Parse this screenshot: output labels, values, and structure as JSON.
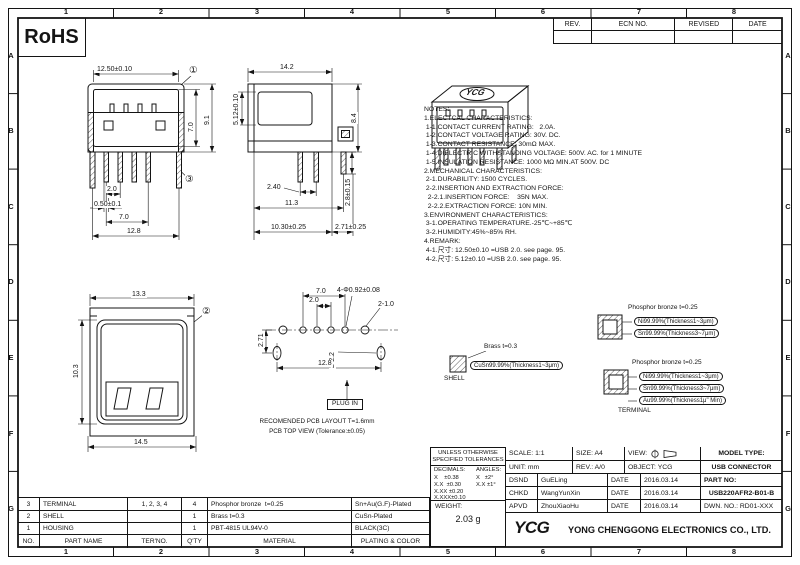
{
  "sheet": {
    "rohs": "RoHS",
    "columns": [
      "1",
      "2",
      "3",
      "4",
      "5",
      "6",
      "7",
      "8"
    ],
    "rows": [
      "A",
      "B",
      "C",
      "D",
      "E",
      "F",
      "G"
    ]
  },
  "revision_table": {
    "headers": [
      "REV.",
      "ECN NO.",
      "REVISED",
      "DATE"
    ]
  },
  "notes": {
    "title": "NOTES:",
    "lines": [
      "1.ELECTCAL CHARACTERISTICS:",
      " 1-1.CONTACT CURRENT RATING:   2.0A.",
      " 1-2.CONTACT VOLTAGE RATING: 30V. DC.",
      " 1-3.CONTACT RESISTANCE: 30mΩ MAX.",
      " 1-4.DIELECTRIC WITHSTANDING VOLTAGE: 500V. AC. for 1 MINUTE",
      " 1-5.INSULATION RESISTANCE: 1000 MΩ MIN.AT 500V. DC",
      "2.MECHANICAL CHARACTERISTICS:",
      " 2-1.DURABILITY: 1500 CYCLES.",
      " 2-2.INSERTION AND EXTRACTION FORCE:",
      "  2-2.1.INSERTION FORCE:    35N MAX.",
      "  2-2.2.EXTRACTION FORCE: 10N MIN.",
      "3.ENVIRONMENT CHARACTERISTICS:",
      " 3-1.OPERATING TEMPERATURE.-25℃~+85℃",
      " 3-2.HUMIDITY:45%~85% RH.",
      "4.REMARK:",
      " 4-1.尺寸: 12.50±0.10 =USB 2.0. see page. 95.",
      " 4-2.尺寸: 5.12±0.10 =USB 2.0. see page. 95."
    ]
  },
  "views": {
    "front": {
      "marker_top": "①",
      "marker_legs": "③",
      "dim_width": "12.50±0.10",
      "dim_h_outer": "9.1",
      "dim_h_inner": "7.0",
      "dim_pitch": "2.0",
      "dim_pin_w": "0.50±0.1",
      "dim_pin_span": "7.0",
      "dim_total_w": "12.8"
    },
    "side": {
      "dim_depth": "14.2",
      "dim_open_h": "5.12±0.10",
      "dim_body_h": "8.4",
      "dim_pin_gap": "2.40",
      "dim_len": "11.3",
      "dim_peg_h": "2.8±0.15",
      "dim_pin_pos": "10.30±0.25",
      "dim_peg_pos": "2.71±0.25"
    },
    "iso": {
      "logo": "YCG"
    },
    "face": {
      "marker": "②",
      "dim_width": "13.3",
      "dim_height": "10.3",
      "dim_flange": "14.5"
    },
    "pcb": {
      "dim_span": "7.0",
      "dim_pitch": "2.0",
      "dim_holes": "4-Φ0.92±0.08",
      "dim_small_holes": "2-1.0",
      "dim_row_gap": "2.71",
      "dim_slots": "2-2.2",
      "dim_slot_span": "12.8",
      "plug_in": "PLUG IN",
      "caption_line1": "RECOMENDED PCB LAYOUT T=1.6mm",
      "caption_line2": "PCB TOP VIEW (Tolerance:±0.05)"
    }
  },
  "callouts": {
    "shell_plating": {
      "material": "Phosphor bronze t=0.25",
      "layers": [
        "Ni99.99%(Thickness1~3μm)",
        "Sn99.99%(Thickness3~7μm)"
      ]
    },
    "shell": {
      "material": "Brass t=0.3",
      "layers": [
        "CuSn99.99%(Thickness1~3μm)"
      ],
      "part": "SHELL"
    },
    "terminal": {
      "material": "Phosphor bronze t=0.25",
      "layers": [
        "Ni99.99%(Thickness1~3μm)",
        "Sn99.99%(Thickness3~7μm)",
        "Au99.99%(Thickness1μ\" Min)"
      ],
      "part": "TERMINAL"
    }
  },
  "parts_table": {
    "headers": [
      "NO.",
      "PART NAME",
      "TER'NO.",
      "Q'TY",
      "MATERIAL",
      "PLATING & COLOR"
    ],
    "rows": [
      {
        "no": "3",
        "name": "TERMINAL",
        "ter_no": "1, 2, 3, 4",
        "qty": "4",
        "material": "Phosphor bronze  t=0.25",
        "plating": "Sn+Au(G.F)-Plated"
      },
      {
        "no": "2",
        "name": "SHELL",
        "ter_no": "",
        "qty": "1",
        "material": "Brass t=0.3",
        "plating": "CuSn-Plated"
      },
      {
        "no": "1",
        "name": "HOUSING",
        "ter_no": "",
        "qty": "1",
        "material": "PBT-4815 UL94V-0",
        "plating": "BLACK(3C)"
      }
    ]
  },
  "title_block": {
    "tol": {
      "line1": "UNLESS OTHERWISE",
      "line2": "SPECIFIED TOLERANCES",
      "decimals": "DECIMALS:",
      "angles": "ANGLES:",
      "d1": "X    ±0.38",
      "a1": "X   ±2°",
      "d2": "X.X  ±0.30",
      "a2": "X.X ±1°",
      "d3": "X.XX ±0.20",
      "d4": "X.XXX±0.10"
    },
    "info": {
      "scale": "SCALE: 1:1",
      "size": "SIZE: A4",
      "view": "VIEW:",
      "unit": "UNIT: mm",
      "rev": "REV.: A/0",
      "object": "OBJECT: YCG",
      "model_label": "MODEL TYPE:",
      "model_value": "USB CONNECTOR",
      "part_no_label": "PART NO:",
      "part_no_value": "USB220AFR2-B01-B",
      "dwn_no": "DWN. NO.: RD01-XXX"
    },
    "signoff": [
      {
        "role": "DSND",
        "name": "GuELing",
        "date_label": "DATE",
        "date": "2016.03.14"
      },
      {
        "role": "CHKD",
        "name": "WangYunXin",
        "date_label": "DATE",
        "date": "2016.03.14"
      },
      {
        "role": "APVD",
        "name": "ZhouXiaoHu",
        "date_label": "DATE",
        "date": "2016.03.14"
      }
    ],
    "weight_label": "WEIGHT:",
    "weight_value": "2.03 g",
    "company": {
      "logo": "YCG",
      "name": "YONG CHENGGONG ELECTRONICS CO., LTD."
    }
  }
}
